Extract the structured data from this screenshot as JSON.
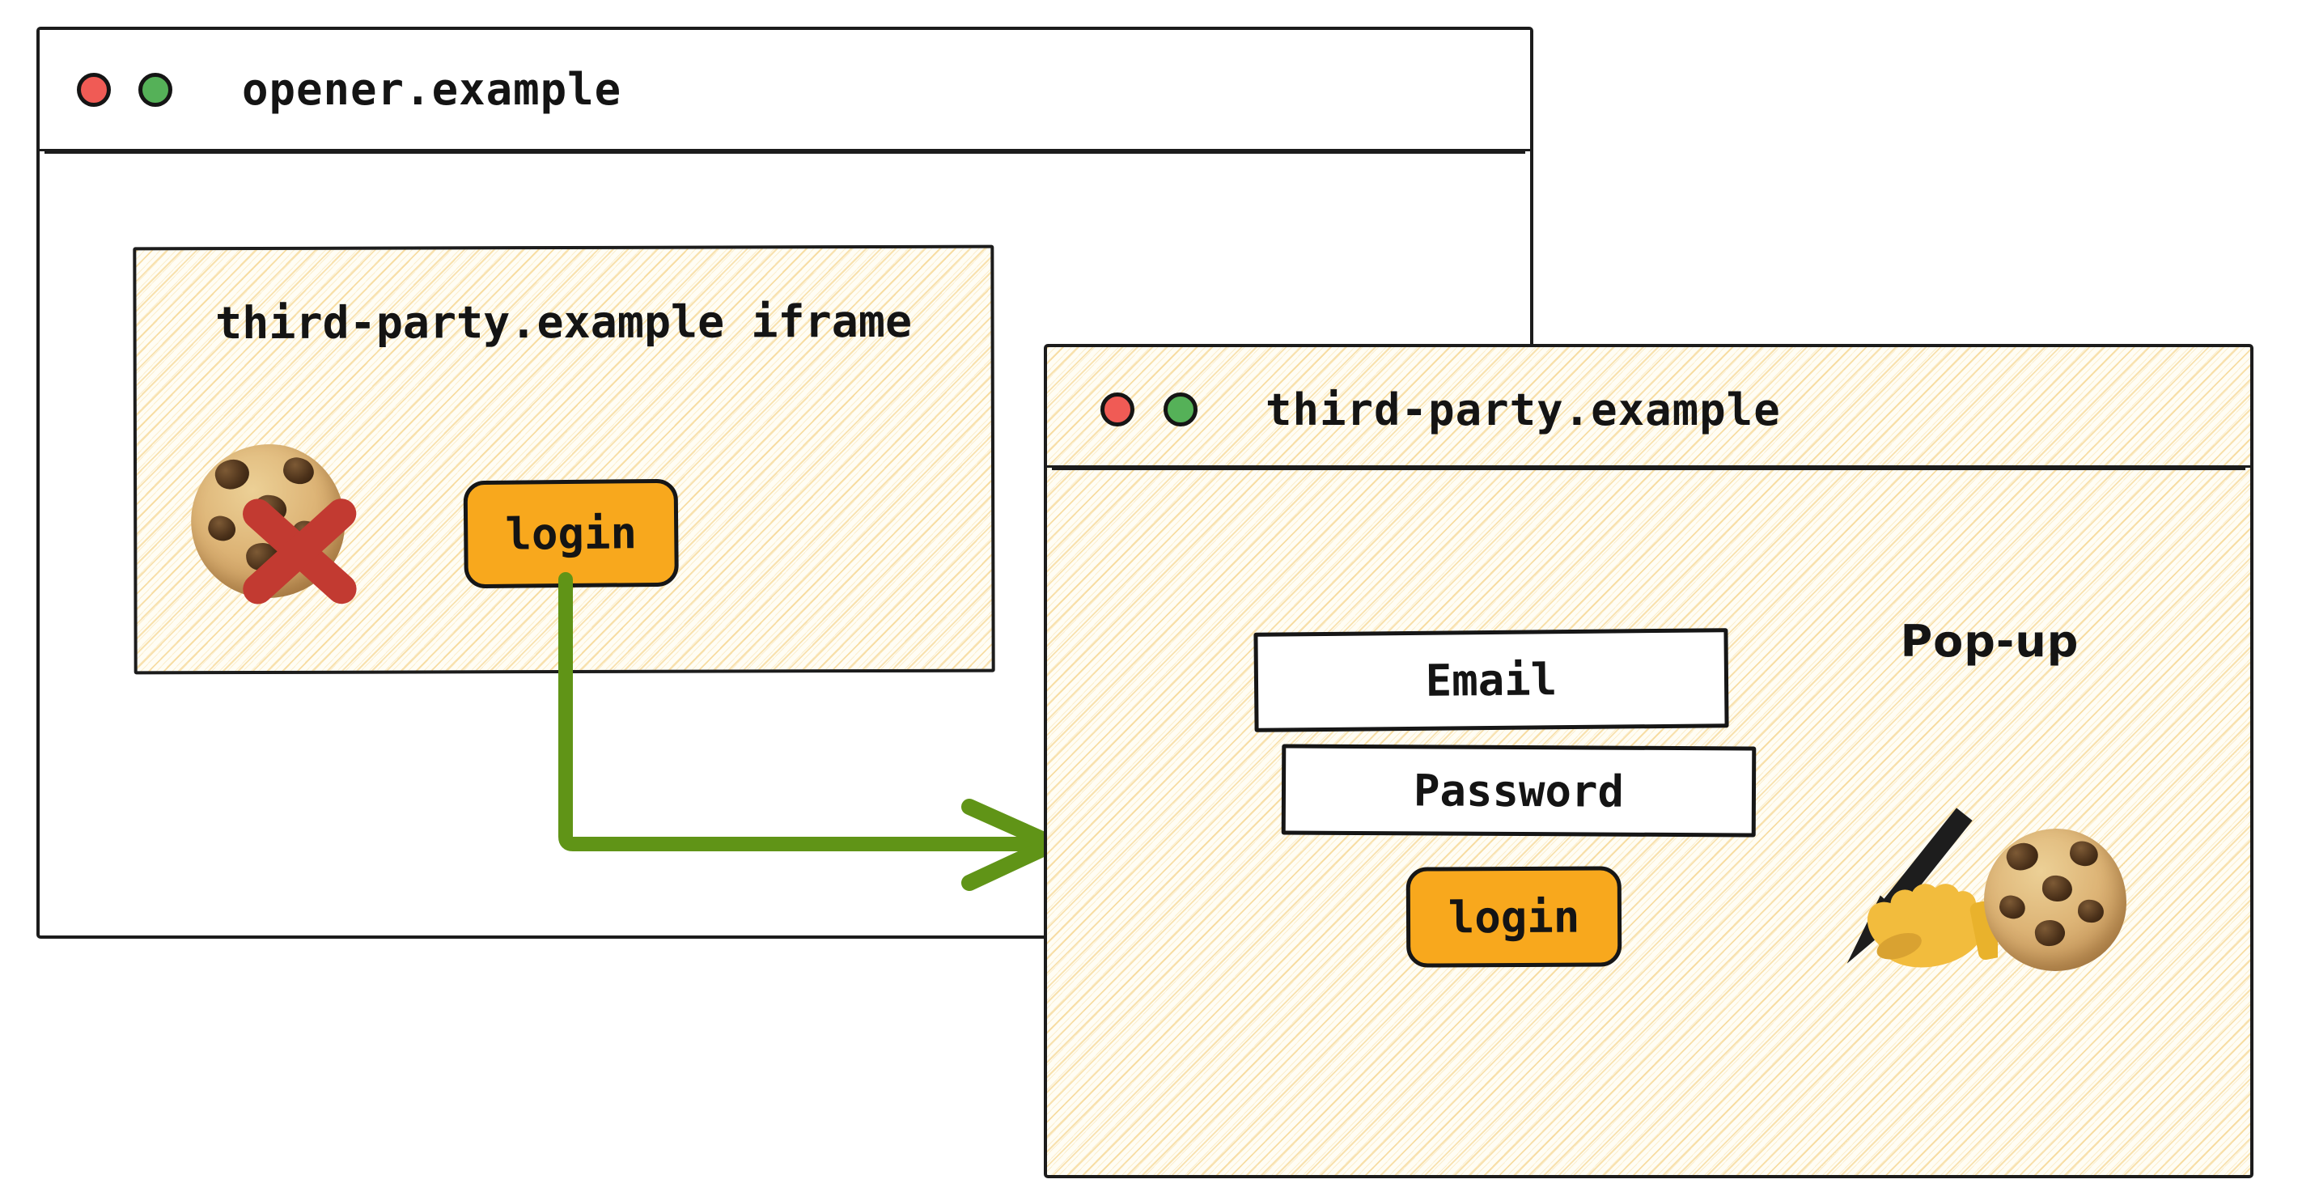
{
  "opener_window": {
    "title": "opener.example",
    "traffic_lights": [
      "red",
      "green"
    ],
    "iframe": {
      "title": "third-party.example iframe",
      "login_button_label": "login",
      "icons": [
        "cookie-icon",
        "blocked-x-icon"
      ]
    }
  },
  "popup_window": {
    "title": "third-party.example",
    "traffic_lights": [
      "red",
      "green"
    ],
    "popup_label": "Pop-up",
    "fields": [
      {
        "label": "Email"
      },
      {
        "label": "Password"
      }
    ],
    "login_button_label": "login",
    "icons": [
      "writing-hand-icon",
      "cookie-icon"
    ]
  },
  "arrow": {
    "description": "iframe login button opens pop-up window",
    "color": "#609417"
  },
  "colors": {
    "ink": "#1c1c1c",
    "button_orange": "#f8a81d",
    "arrow_green": "#609417",
    "blocked_x_red": "#c23a31",
    "traffic_red": "#f05b55",
    "traffic_green": "#55b158",
    "hatch_line": "#f2c66a",
    "hatch_background": "#fffdf4"
  }
}
